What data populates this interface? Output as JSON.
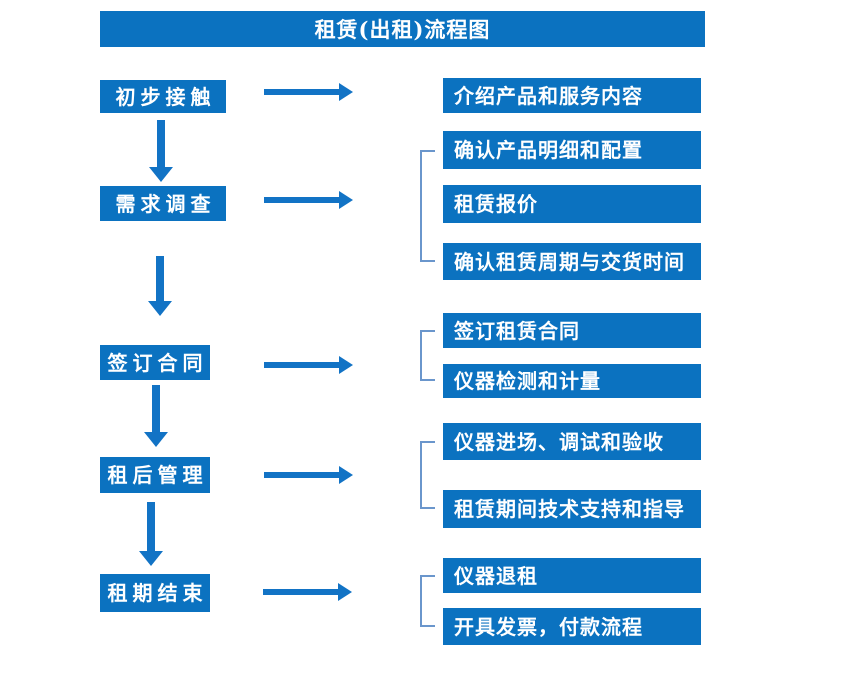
{
  "title": "租赁(出租)流程图",
  "colors": {
    "box-blue": "#0b72c0",
    "arrow-blue": "#1273c5",
    "bracket-blue": "#6a96cc",
    "text-white": "#ffffff",
    "background": "#ffffff"
  },
  "stages": [
    {
      "label": "初步接触",
      "outputs": [
        "介绍产品和服务内容"
      ]
    },
    {
      "label": "需求调查",
      "outputs": [
        "确认产品明细和配置",
        "租赁报价",
        "确认租赁周期与交货时间"
      ]
    },
    {
      "label": "签订合同",
      "outputs": [
        "签订租赁合同",
        "仪器检测和计量"
      ]
    },
    {
      "label": "租后管理",
      "outputs": [
        "仪器进场、调试和验收",
        "租赁期间技术支持和指导"
      ]
    },
    {
      "label": "租期结束",
      "outputs": [
        "仪器退租",
        "开具发票，付款流程"
      ]
    }
  ]
}
